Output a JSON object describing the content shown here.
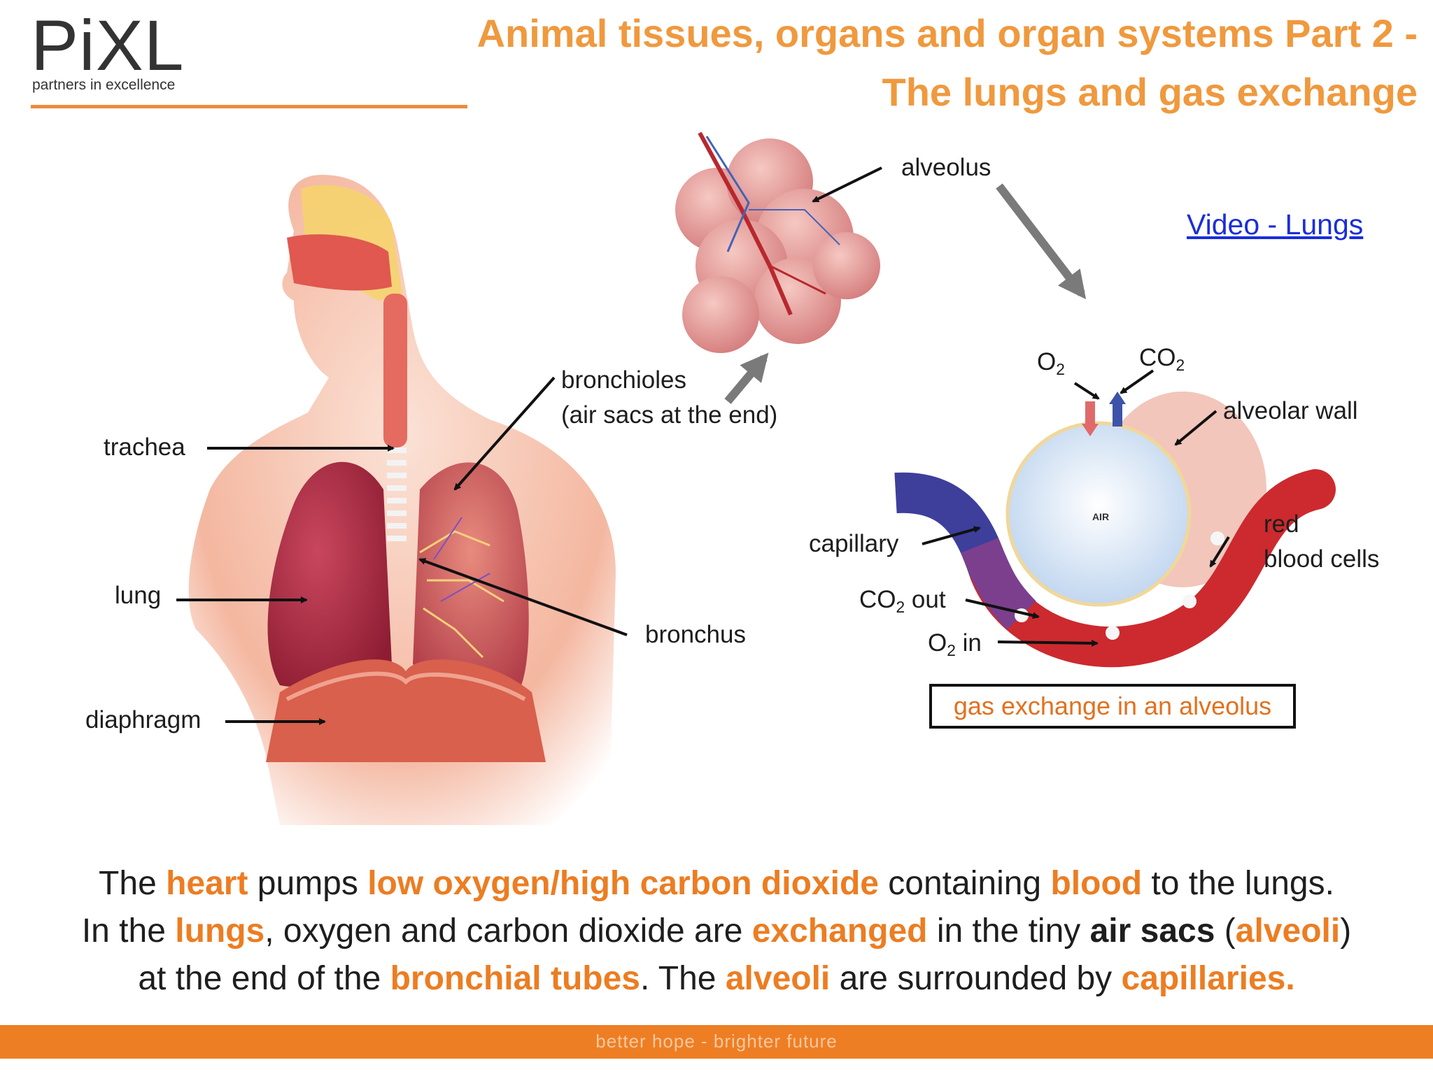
{
  "logo": {
    "name": "PiXL",
    "tagline": "partners in excellence"
  },
  "title": "Animal tissues, organs and organ systems Part 2 - The lungs and gas exchange",
  "video_link": "Video - Lungs",
  "body_labels": {
    "trachea": "trachea",
    "lung": "lung",
    "diaphragm": "diaphragm",
    "bronchioles_line1": "bronchioles",
    "bronchioles_line2": "(air sacs at the  end)",
    "bronchus": "bronchus"
  },
  "alveolus_labels": {
    "alveolus": "alveolus",
    "o2": "O",
    "co2": "CO",
    "subscript": "2",
    "alveolar_wall": "alveolar wall",
    "capillary": "capillary",
    "red_line1": "red",
    "red_line2": "blood cells",
    "co2_out": "out",
    "o2_in": "in",
    "air": "AIR"
  },
  "caption": "gas exchange in an alveolus",
  "summary": {
    "l1": [
      "The ",
      "heart",
      " pumps ",
      "low oxygen/high carbon dioxide",
      " containing ",
      "blood",
      " to the lungs."
    ],
    "l2": [
      "In the ",
      "lungs",
      ", oxygen and carbon dioxide are ",
      "exchanged",
      " in the tiny ",
      "air sacs",
      " (",
      "alveoli",
      ")"
    ],
    "l3": [
      "at the end of the ",
      "bronchial tubes",
      ". The ",
      "alveoli",
      " are surrounded by ",
      "capillaries."
    ]
  },
  "footer": "better hope  -  brighter future",
  "colors": {
    "accent": "#ee7e23",
    "title": "#f0993e",
    "link": "#1a2ed8"
  }
}
